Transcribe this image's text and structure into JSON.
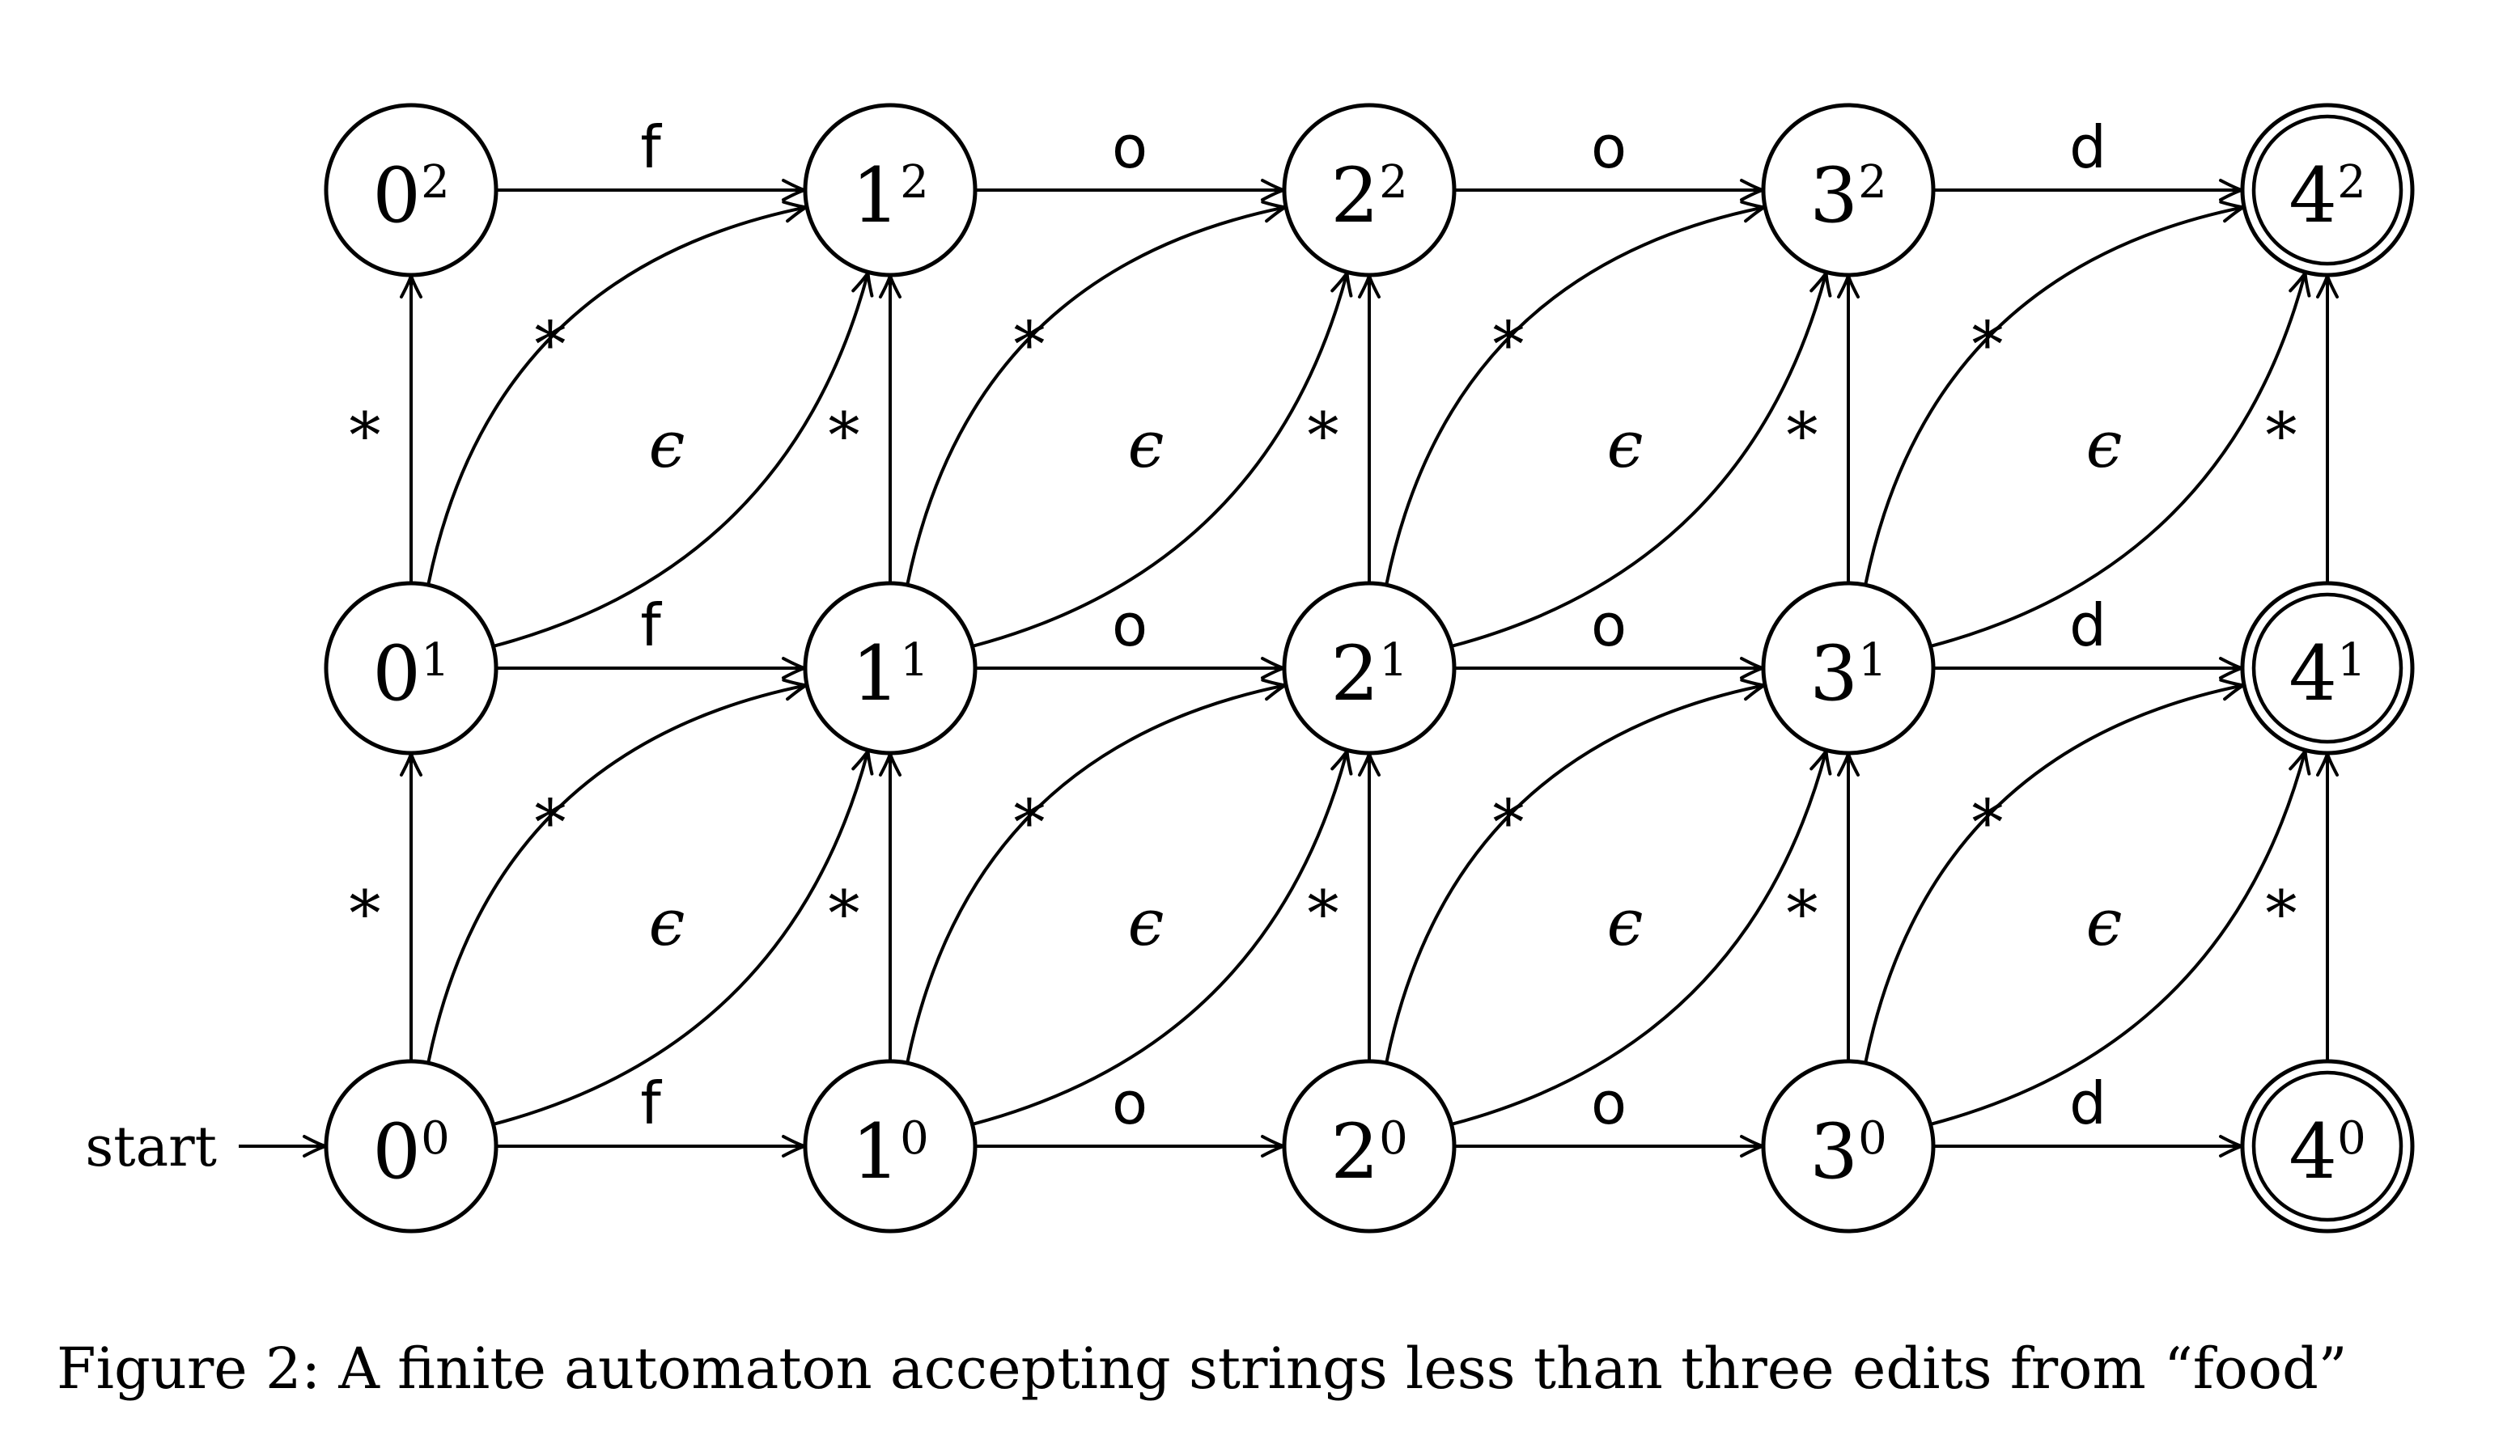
{
  "figure": {
    "caption": "Figure 2: A finite automaton accepting strings less than three edits from “food”",
    "background_color": "#ffffff",
    "ink_color": "#000000"
  },
  "automaton": {
    "word": "food",
    "start_label": "start",
    "wildcard_label": "∗",
    "epsilon_label": "ϵ",
    "nodes": [
      {
        "id": "0_0",
        "base": "0",
        "sup": "0",
        "col": 0,
        "row": 0,
        "accepting": false,
        "start": true
      },
      {
        "id": "1_0",
        "base": "1",
        "sup": "0",
        "col": 1,
        "row": 0,
        "accepting": false,
        "start": false
      },
      {
        "id": "2_0",
        "base": "2",
        "sup": "0",
        "col": 2,
        "row": 0,
        "accepting": false,
        "start": false
      },
      {
        "id": "3_0",
        "base": "3",
        "sup": "0",
        "col": 3,
        "row": 0,
        "accepting": false,
        "start": false
      },
      {
        "id": "4_0",
        "base": "4",
        "sup": "0",
        "col": 4,
        "row": 0,
        "accepting": true,
        "start": false
      },
      {
        "id": "0_1",
        "base": "0",
        "sup": "1",
        "col": 0,
        "row": 1,
        "accepting": false,
        "start": false
      },
      {
        "id": "1_1",
        "base": "1",
        "sup": "1",
        "col": 1,
        "row": 1,
        "accepting": false,
        "start": false
      },
      {
        "id": "2_1",
        "base": "2",
        "sup": "1",
        "col": 2,
        "row": 1,
        "accepting": false,
        "start": false
      },
      {
        "id": "3_1",
        "base": "3",
        "sup": "1",
        "col": 3,
        "row": 1,
        "accepting": false,
        "start": false
      },
      {
        "id": "4_1",
        "base": "4",
        "sup": "1",
        "col": 4,
        "row": 1,
        "accepting": true,
        "start": false
      },
      {
        "id": "0_2",
        "base": "0",
        "sup": "2",
        "col": 0,
        "row": 2,
        "accepting": false,
        "start": false
      },
      {
        "id": "1_2",
        "base": "1",
        "sup": "2",
        "col": 1,
        "row": 2,
        "accepting": false,
        "start": false
      },
      {
        "id": "2_2",
        "base": "2",
        "sup": "2",
        "col": 2,
        "row": 2,
        "accepting": false,
        "start": false
      },
      {
        "id": "3_2",
        "base": "3",
        "sup": "2",
        "col": 3,
        "row": 2,
        "accepting": false,
        "start": false
      },
      {
        "id": "4_2",
        "base": "4",
        "sup": "2",
        "col": 4,
        "row": 2,
        "accepting": true,
        "start": false
      }
    ],
    "edges": [
      {
        "from": "0_0",
        "to": "1_0",
        "label": "f",
        "type": "letter"
      },
      {
        "from": "1_0",
        "to": "2_0",
        "label": "o",
        "type": "letter"
      },
      {
        "from": "2_0",
        "to": "3_0",
        "label": "o",
        "type": "letter"
      },
      {
        "from": "3_0",
        "to": "4_0",
        "label": "d",
        "type": "letter"
      },
      {
        "from": "0_1",
        "to": "1_1",
        "label": "f",
        "type": "letter"
      },
      {
        "from": "1_1",
        "to": "2_1",
        "label": "o",
        "type": "letter"
      },
      {
        "from": "2_1",
        "to": "3_1",
        "label": "o",
        "type": "letter"
      },
      {
        "from": "3_1",
        "to": "4_1",
        "label": "d",
        "type": "letter"
      },
      {
        "from": "0_2",
        "to": "1_2",
        "label": "f",
        "type": "letter"
      },
      {
        "from": "1_2",
        "to": "2_2",
        "label": "o",
        "type": "letter"
      },
      {
        "from": "2_2",
        "to": "3_2",
        "label": "o",
        "type": "letter"
      },
      {
        "from": "3_2",
        "to": "4_2",
        "label": "d",
        "type": "letter"
      },
      {
        "from": "0_0",
        "to": "0_1",
        "label": "∗",
        "type": "vertical"
      },
      {
        "from": "0_1",
        "to": "0_2",
        "label": "∗",
        "type": "vertical"
      },
      {
        "from": "1_0",
        "to": "1_1",
        "label": "∗",
        "type": "vertical"
      },
      {
        "from": "1_1",
        "to": "1_2",
        "label": "∗",
        "type": "vertical"
      },
      {
        "from": "2_0",
        "to": "2_1",
        "label": "∗",
        "type": "vertical"
      },
      {
        "from": "2_1",
        "to": "2_2",
        "label": "∗",
        "type": "vertical"
      },
      {
        "from": "3_0",
        "to": "3_1",
        "label": "∗",
        "type": "vertical"
      },
      {
        "from": "3_1",
        "to": "3_2",
        "label": "∗",
        "type": "vertical"
      },
      {
        "from": "4_0",
        "to": "4_1",
        "label": "∗",
        "type": "vertical"
      },
      {
        "from": "4_1",
        "to": "4_2",
        "label": "∗",
        "type": "vertical"
      },
      {
        "from": "0_0",
        "to": "1_1",
        "label": "∗",
        "type": "diag-star"
      },
      {
        "from": "1_0",
        "to": "2_1",
        "label": "∗",
        "type": "diag-star"
      },
      {
        "from": "2_0",
        "to": "3_1",
        "label": "∗",
        "type": "diag-star"
      },
      {
        "from": "3_0",
        "to": "4_1",
        "label": "∗",
        "type": "diag-star"
      },
      {
        "from": "0_1",
        "to": "1_2",
        "label": "∗",
        "type": "diag-star"
      },
      {
        "from": "1_1",
        "to": "2_2",
        "label": "∗",
        "type": "diag-star"
      },
      {
        "from": "2_1",
        "to": "3_2",
        "label": "∗",
        "type": "diag-star"
      },
      {
        "from": "3_1",
        "to": "4_2",
        "label": "∗",
        "type": "diag-star"
      },
      {
        "from": "0_0",
        "to": "1_1",
        "label": "ϵ",
        "type": "diag-epsilon"
      },
      {
        "from": "1_0",
        "to": "2_1",
        "label": "ϵ",
        "type": "diag-epsilon"
      },
      {
        "from": "2_0",
        "to": "3_1",
        "label": "ϵ",
        "type": "diag-epsilon"
      },
      {
        "from": "3_0",
        "to": "4_1",
        "label": "ϵ",
        "type": "diag-epsilon"
      },
      {
        "from": "0_1",
        "to": "1_2",
        "label": "ϵ",
        "type": "diag-epsilon"
      },
      {
        "from": "1_1",
        "to": "2_2",
        "label": "ϵ",
        "type": "diag-epsilon"
      },
      {
        "from": "2_1",
        "to": "3_2",
        "label": "ϵ",
        "type": "diag-epsilon"
      },
      {
        "from": "3_1",
        "to": "4_2",
        "label": "ϵ",
        "type": "diag-epsilon"
      }
    ]
  }
}
